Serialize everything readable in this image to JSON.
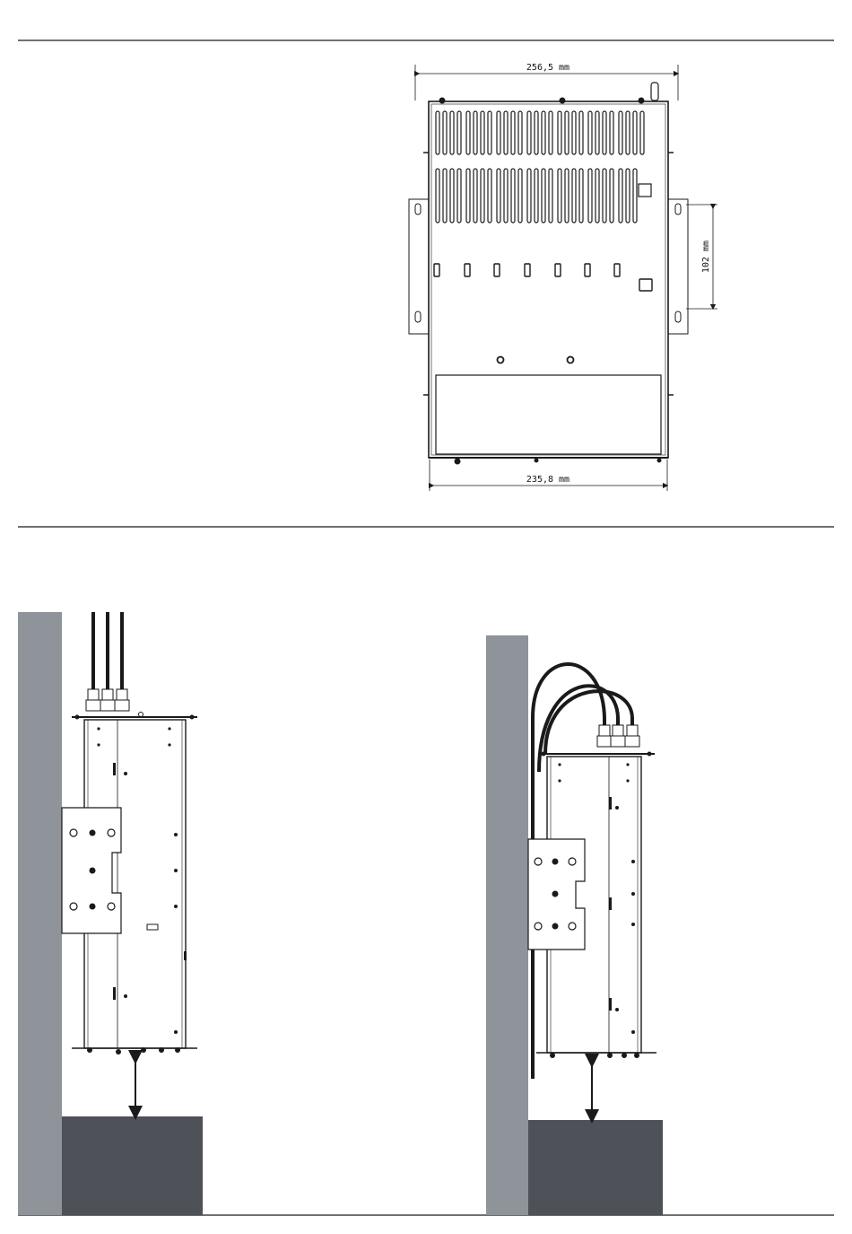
{
  "dimensions": {
    "top_width": "256,5 mm",
    "bottom_width": "235,8 mm",
    "bracket_spacing": "102 mm"
  },
  "colors": {
    "wall": "#8f949b",
    "floor_block": "#4e5158",
    "line": "#1a1a1a"
  },
  "icons": {
    "clearance_arrow": "double-headed-arrow-icon"
  }
}
